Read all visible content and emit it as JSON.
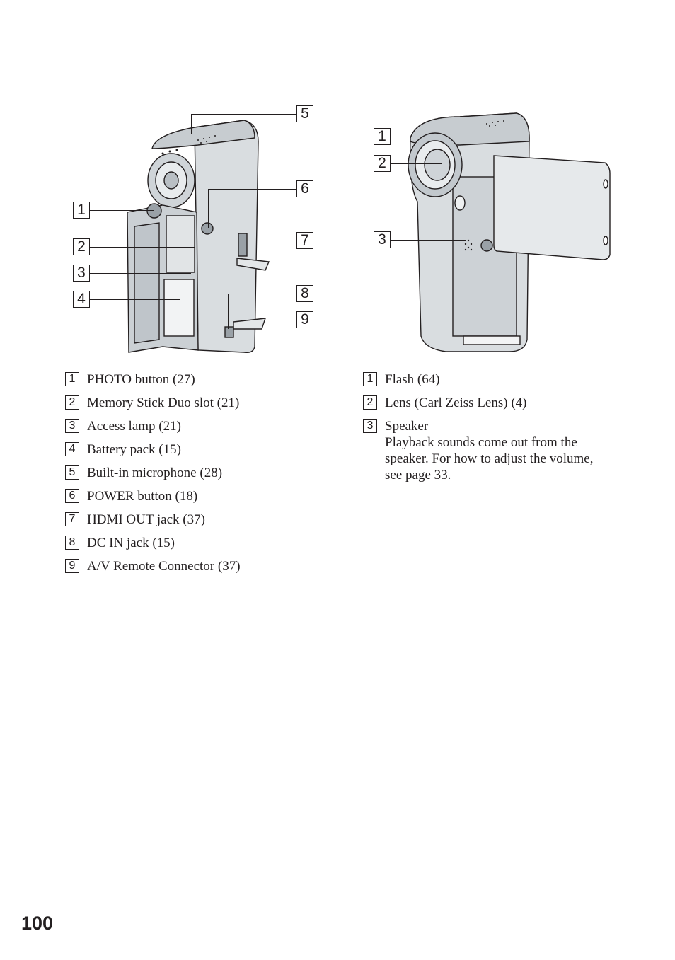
{
  "figure_left": {
    "callouts": [
      "1",
      "2",
      "3",
      "4",
      "5",
      "6",
      "7",
      "8",
      "9"
    ]
  },
  "figure_right": {
    "callouts": [
      "1",
      "2",
      "3"
    ]
  },
  "list_left": [
    {
      "num": "1",
      "text": "PHOTO button (27)"
    },
    {
      "num": "2",
      "text": "Memory Stick Duo slot (21)"
    },
    {
      "num": "3",
      "text": "Access lamp (21)"
    },
    {
      "num": "4",
      "text": "Battery pack (15)"
    },
    {
      "num": "5",
      "text": "Built-in microphone (28)"
    },
    {
      "num": "6",
      "text": "POWER button (18)"
    },
    {
      "num": "7",
      "text": "HDMI OUT jack (37)"
    },
    {
      "num": "8",
      "text": "DC IN jack (15)"
    },
    {
      "num": "9",
      "text": "A/V Remote Connector (37)"
    }
  ],
  "list_right": [
    {
      "num": "1",
      "text": "Flash (64)",
      "desc": ""
    },
    {
      "num": "2",
      "text": "Lens (Carl Zeiss Lens) (4)",
      "desc": ""
    },
    {
      "num": "3",
      "text": "Speaker",
      "desc": "Playback sounds come out from the speaker. For how to adjust the volume, see page 33."
    }
  ],
  "page_number": "100"
}
